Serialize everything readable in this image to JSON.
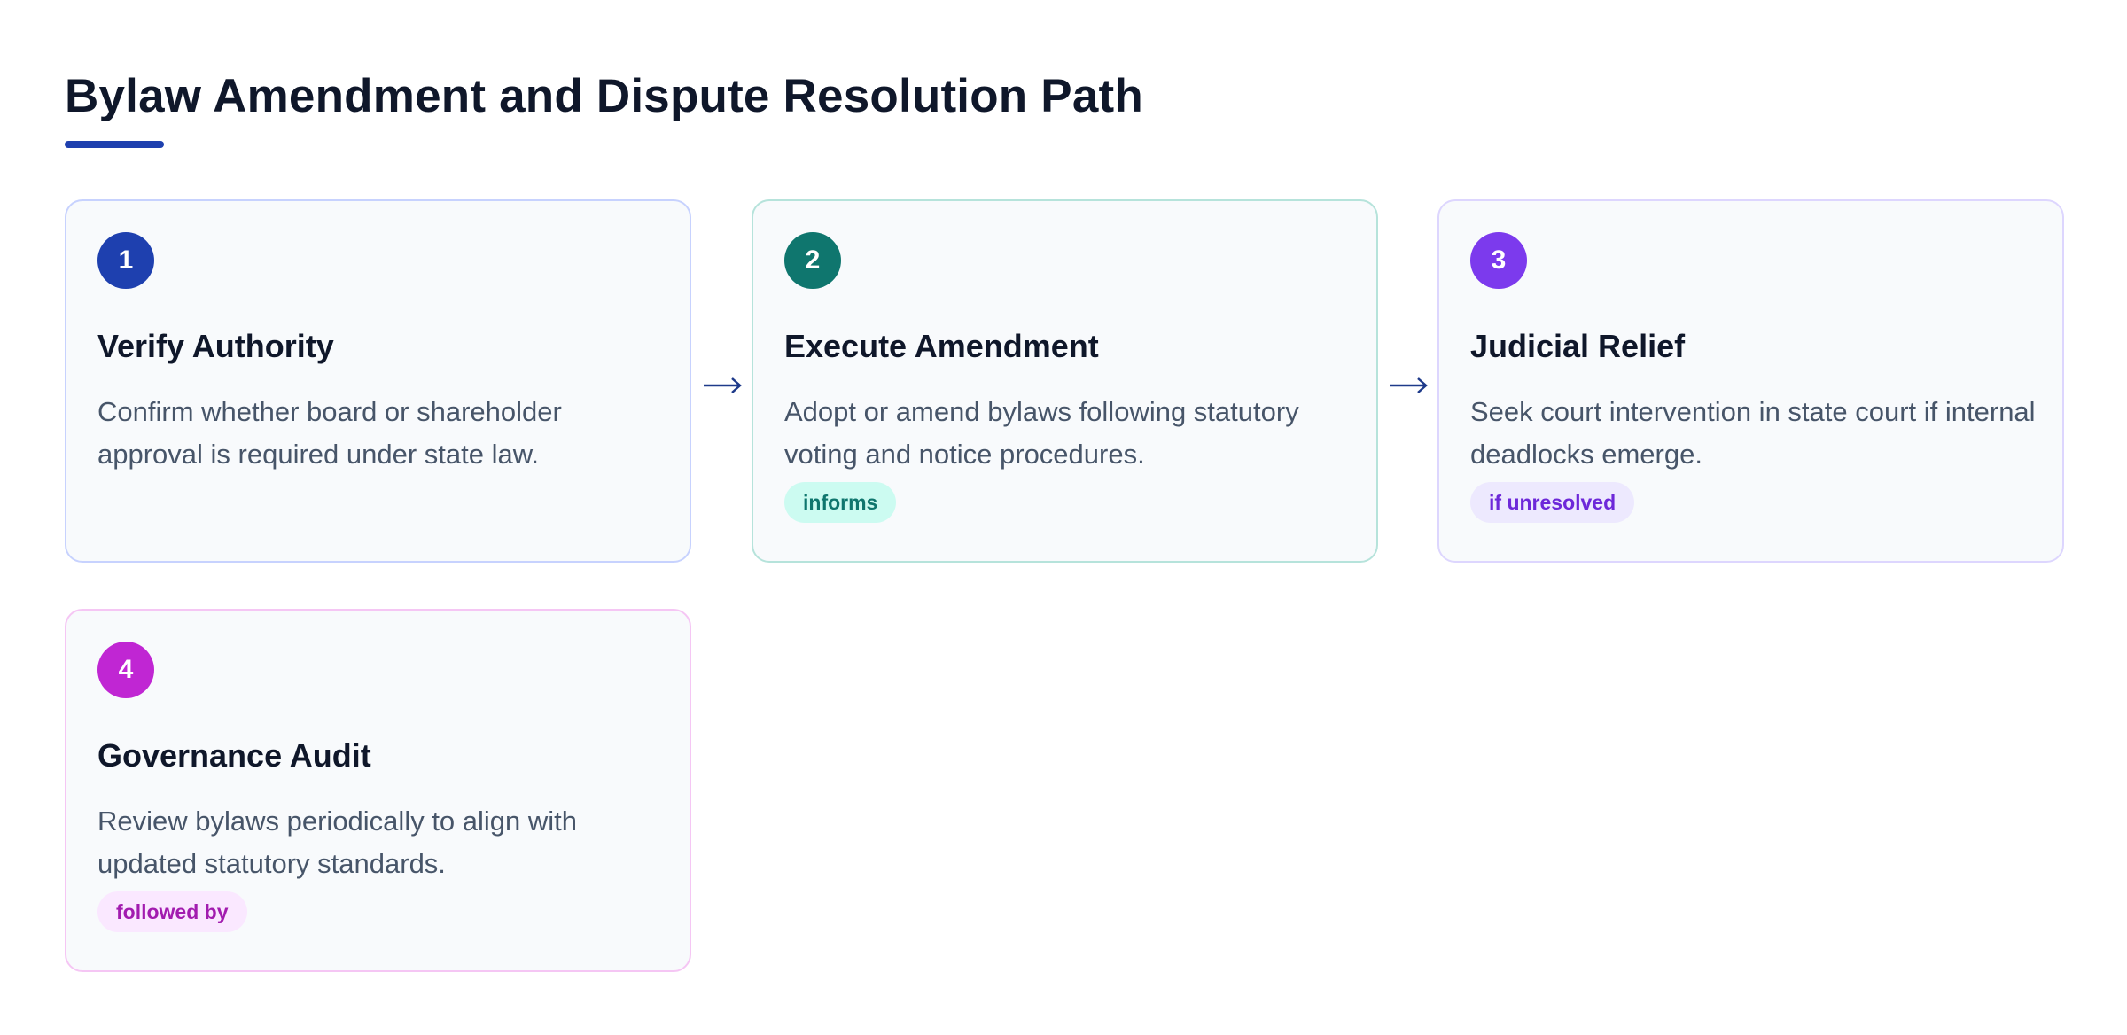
{
  "title": "Bylaw Amendment and Dispute Resolution Path",
  "colors": {
    "accent": "#1e40af",
    "arrow": "#1e3a8a",
    "title_text": "#0f172a",
    "body_text": "#475569",
    "card_bg": "#f8fafc"
  },
  "steps": [
    {
      "number": "1",
      "title": "Verify Authority",
      "description": "Confirm whether board or shareholder approval is required under state law.",
      "tag": "",
      "color": "#1e40af"
    },
    {
      "number": "2",
      "title": "Execute Amendment",
      "description": "Adopt or amend bylaws following statutory voting and notice procedures.",
      "tag": "informs",
      "color": "#0f766e",
      "tag_bg": "#ccfbf1",
      "tag_color": "#0f766e"
    },
    {
      "number": "3",
      "title": "Judicial Relief",
      "description": "Seek court intervention in state court if internal deadlocks emerge.",
      "tag": "if unresolved",
      "color": "#7c3aed",
      "tag_bg": "#ede9fe",
      "tag_color": "#6d28d9"
    },
    {
      "number": "4",
      "title": "Governance Audit",
      "description": "Review bylaws periodically to align with updated statutory standards.",
      "tag": "followed by",
      "color": "#c026d3",
      "tag_bg": "#fae8ff",
      "tag_color": "#a21caf"
    }
  ],
  "arrows": [
    {
      "from": "1",
      "to": "2",
      "icon": "right-arrow-icon"
    },
    {
      "from": "2",
      "to": "3",
      "icon": "right-arrow-icon"
    }
  ]
}
